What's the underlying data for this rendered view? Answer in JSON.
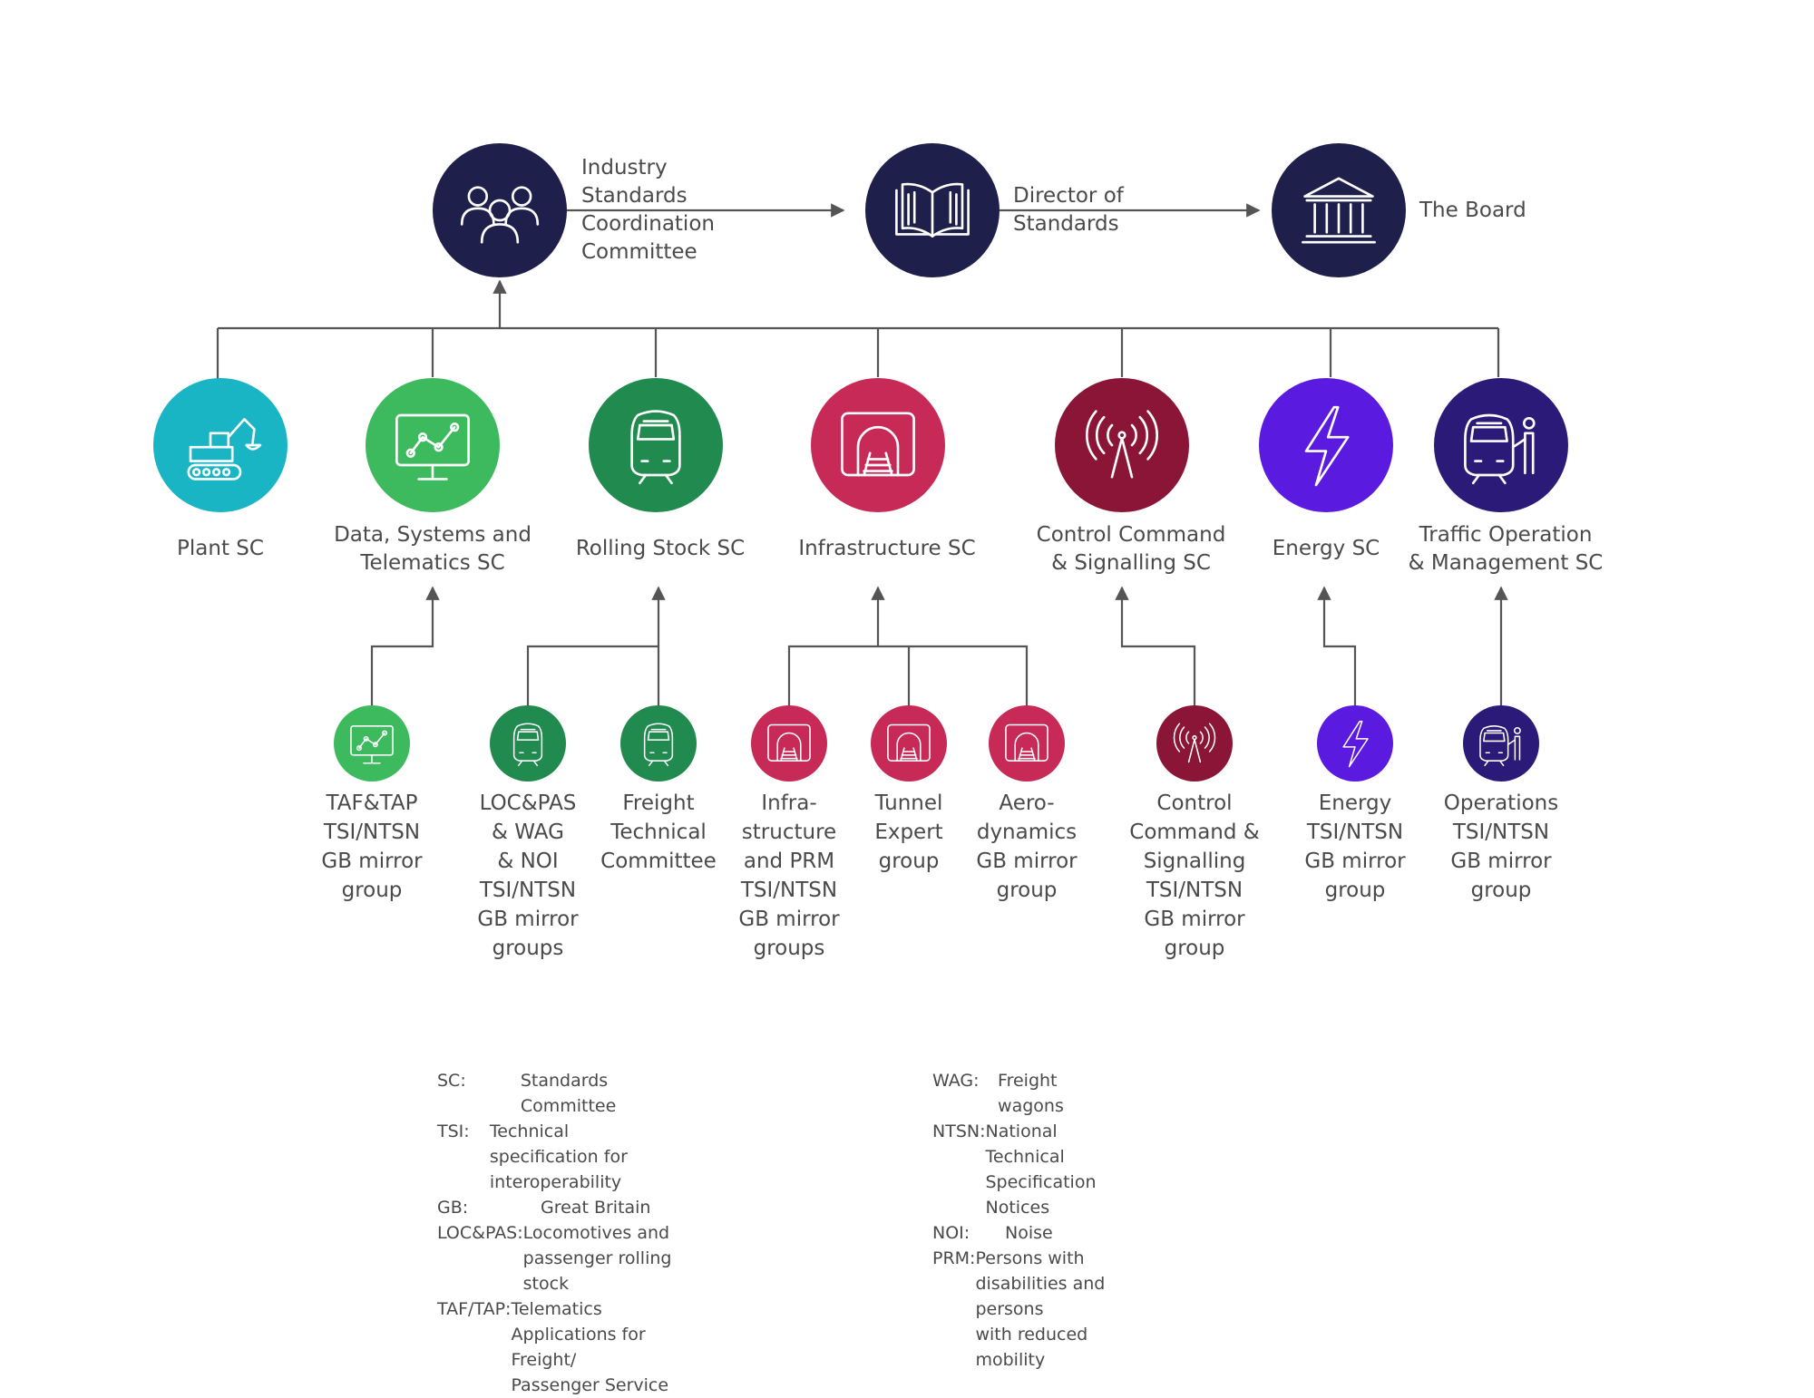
{
  "colors": {
    "navy": "#1f1f4b",
    "plant": "#1ab5c4",
    "data": "#3dba5e",
    "rolling": "#208a4f",
    "infra": "#c72a57",
    "ccs": "#8a1536",
    "energy": "#5b1ae0",
    "traffic": "#2b1a78",
    "line": "#555555",
    "text": "#4a4a4a"
  },
  "top": [
    {
      "label": "Industry\nStandards\nCoordination\nCommittee",
      "icon": "people-icon"
    },
    {
      "label": "Director of\nStandards",
      "icon": "book-icon"
    },
    {
      "label": "The Board",
      "icon": "building-icon"
    }
  ],
  "committees": [
    {
      "label": "Plant SC",
      "icon": "excavator-icon"
    },
    {
      "label": "Data, Systems and\nTelematics SC",
      "icon": "chart-monitor-icon"
    },
    {
      "label": "Rolling Stock SC",
      "icon": "train-icon"
    },
    {
      "label": "Infrastructure SC",
      "icon": "tunnel-icon"
    },
    {
      "label": "Control Command\n& Signalling SC",
      "icon": "antenna-icon"
    },
    {
      "label": "Energy SC",
      "icon": "lightning-icon"
    },
    {
      "label": "Traffic Operation\n& Management SC",
      "icon": "train-driver-icon"
    }
  ],
  "groups": [
    {
      "label": "TAF&TAP\nTSI/NTSN\nGB mirror\ngroup",
      "icon": "chart-monitor-icon"
    },
    {
      "label": "LOC&PAS\n& WAG\n& NOI\nTSI/NTSN\nGB mirror\ngroups",
      "icon": "train-icon"
    },
    {
      "label": "Freight\nTechnical\nCommittee",
      "icon": "train-icon"
    },
    {
      "label": "Infra-\nstructure\nand PRM\nTSI/NTSN\nGB mirror\ngroups",
      "icon": "tunnel-icon"
    },
    {
      "label": "Tunnel\nExpert\ngroup",
      "icon": "tunnel-icon"
    },
    {
      "label": "Aero-\ndynamics\nGB mirror\ngroup",
      "icon": "tunnel-icon"
    },
    {
      "label": "Control\nCommand &\nSignalling\nTSI/NTSN\nGB mirror\ngroup",
      "icon": "antenna-icon"
    },
    {
      "label": "Energy\nTSI/NTSN\nGB mirror\ngroup",
      "icon": "lightning-icon"
    },
    {
      "label": "Operations\nTSI/NTSN\nGB mirror\ngroup",
      "icon": "train-driver-icon"
    }
  ],
  "legend": {
    "left": [
      {
        "abbr": "SC:",
        "def": "Standards Committee"
      },
      {
        "abbr": "TSI:",
        "def": "Technical specification for interoperability"
      },
      {
        "abbr": "GB:",
        "def": "Great Britain"
      },
      {
        "abbr": "LOC&PAS:",
        "def": "Locomotives and passenger rolling stock"
      },
      {
        "abbr": "TAF/TAP:",
        "def": "Telematics Applications for Freight/\nPassenger Service"
      }
    ],
    "right": [
      {
        "abbr": "WAG:",
        "def": "Freight wagons"
      },
      {
        "abbr": "NTSN:",
        "def": "National Technical Specification Notices"
      },
      {
        "abbr": "NOI:",
        "def": "Noise"
      },
      {
        "abbr": "PRM:",
        "def": "Persons with disabilities and persons\nwith reduced mobility"
      }
    ]
  }
}
